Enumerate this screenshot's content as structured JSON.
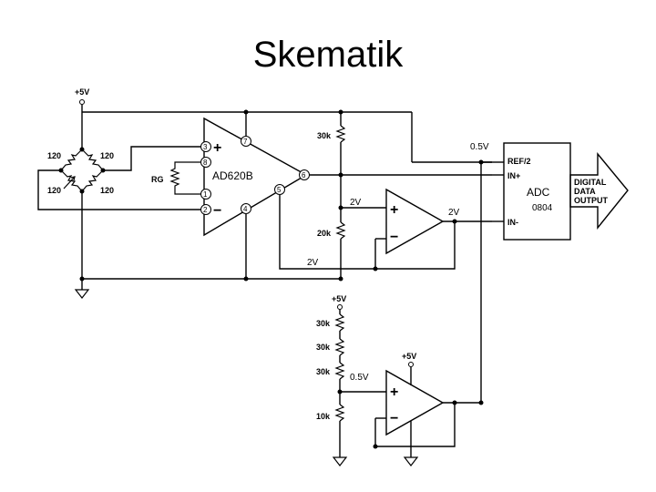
{
  "title": "Skematik",
  "supply": {
    "top": "+5V",
    "bottom": "+5V",
    "opamp": "+5V"
  },
  "bridge": {
    "r_top_left": "120",
    "r_top_right": "120",
    "r_bottom_left": "120",
    "r_bottom_right": "120"
  },
  "inamp": {
    "name": "AD620B",
    "rg": "RG",
    "plus": "+",
    "minus": "−",
    "pins": {
      "p1": "1",
      "p2": "2",
      "p3": "3",
      "p4": "4",
      "p5": "5",
      "p6": "6",
      "p7": "7",
      "p8": "8"
    }
  },
  "divider1": {
    "r_top": "30k",
    "r_bottom": "20k",
    "node_v": "2V"
  },
  "buffer1": {
    "plus": "+",
    "minus": "−",
    "out_v": "2V",
    "feedback_v": "2V"
  },
  "adc": {
    "name": "ADC",
    "part": "0804",
    "ref": "REF/2",
    "in_plus": "IN+",
    "in_minus": "IN-",
    "ref_v": "0.5V"
  },
  "output": {
    "line1": "DIGITAL",
    "line2": "DATA",
    "line3": "OUTPUT"
  },
  "divider2": {
    "r1": "30k",
    "r2": "30k",
    "r3": "30k",
    "r4": "10k",
    "node_v": "0.5V"
  },
  "buffer2": {
    "plus": "+",
    "minus": "−"
  }
}
